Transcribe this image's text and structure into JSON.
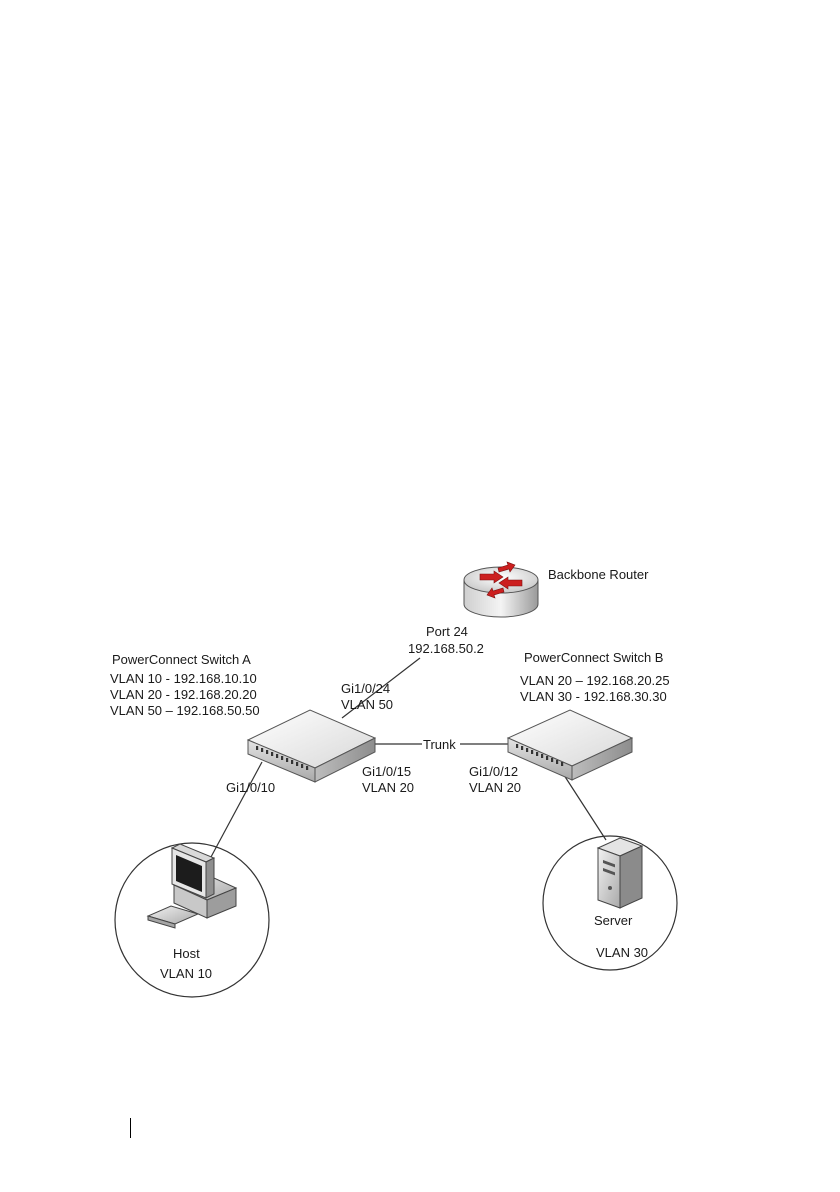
{
  "router": {
    "label": "Backbone Router",
    "port_label": "Port 24",
    "port_ip": "192.168.50.2"
  },
  "switch_a": {
    "title": "PowerConnect Switch A",
    "vlans": [
      "VLAN 10 - 192.168.10.10",
      "VLAN 20 - 192.168.20.20",
      "VLAN 50 – 192.168.50.50"
    ],
    "uplink_port": "Gi1/0/24",
    "uplink_vlan": "VLAN 50",
    "trunk_port": "Gi1/0/15",
    "trunk_vlan": "VLAN 20",
    "host_port": "Gi1/0/10"
  },
  "switch_b": {
    "title": "PowerConnect Switch B",
    "vlans": [
      "VLAN 20 – 192.168.20.25",
      "VLAN 30 - 192.168.30.30"
    ],
    "trunk_port": "Gi1/0/12",
    "trunk_vlan": "VLAN 20"
  },
  "trunk_label": "Trunk",
  "host": {
    "label": "Host",
    "vlan": "VLAN 10"
  },
  "server": {
    "label": "Server",
    "vlan": "VLAN 30"
  },
  "colors": {
    "router_arrows": "#cc1f1f",
    "line": "#333333"
  }
}
